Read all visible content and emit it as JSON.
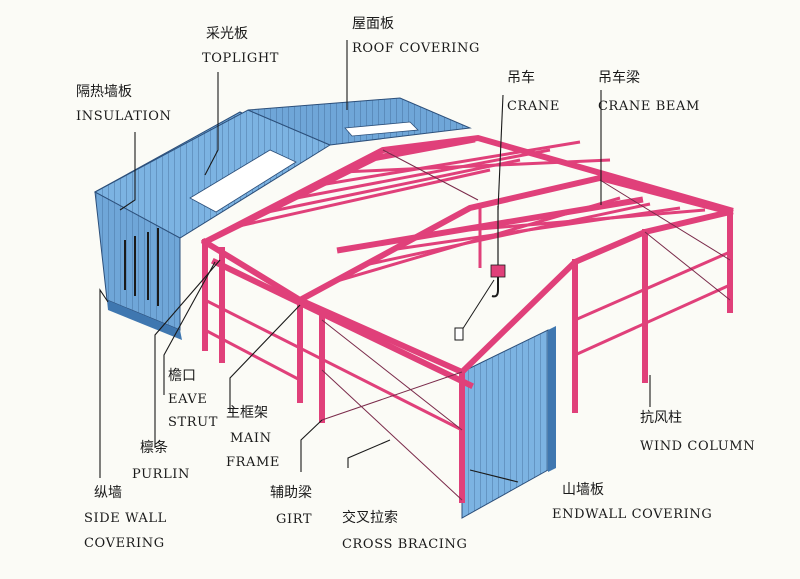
{
  "colors": {
    "background": "#fbfbf6",
    "frame": "#e0407a",
    "panel": "#6fa6d8",
    "panel_dark": "#3f77b0",
    "text": "#1a1a1a"
  },
  "labels": {
    "toplight": {
      "cn": "采光板",
      "en": "TOPLIGHT"
    },
    "roof_covering": {
      "cn": "屋面板",
      "en": "ROOF COVERING"
    },
    "insulation": {
      "cn": "隔热墙板",
      "en": "INSULATION"
    },
    "crane": {
      "cn": "吊车",
      "en": "CRANE"
    },
    "crane_beam": {
      "cn": "吊车梁",
      "en": "CRANE BEAM"
    },
    "eave_strut": {
      "cn": "檐口",
      "en1": "EAVE",
      "en2": "STRUT"
    },
    "main_frame": {
      "cn": "主框架",
      "en1": "MAIN",
      "en2": "FRAME"
    },
    "purlin": {
      "cn": "檩条",
      "en": "PURLIN"
    },
    "wind_column": {
      "cn": "抗风柱",
      "en": "WIND COLUMN"
    },
    "side_wall": {
      "cn": "纵墙",
      "en1": "SIDE WALL",
      "en2": "COVERING"
    },
    "girt": {
      "cn": "辅助梁",
      "en": "GIRT"
    },
    "endwall": {
      "cn": "山墙板",
      "en": "ENDWALL COVERING"
    },
    "cross_bracing": {
      "cn": "交叉拉索",
      "en": "CROSS BRACING"
    }
  }
}
